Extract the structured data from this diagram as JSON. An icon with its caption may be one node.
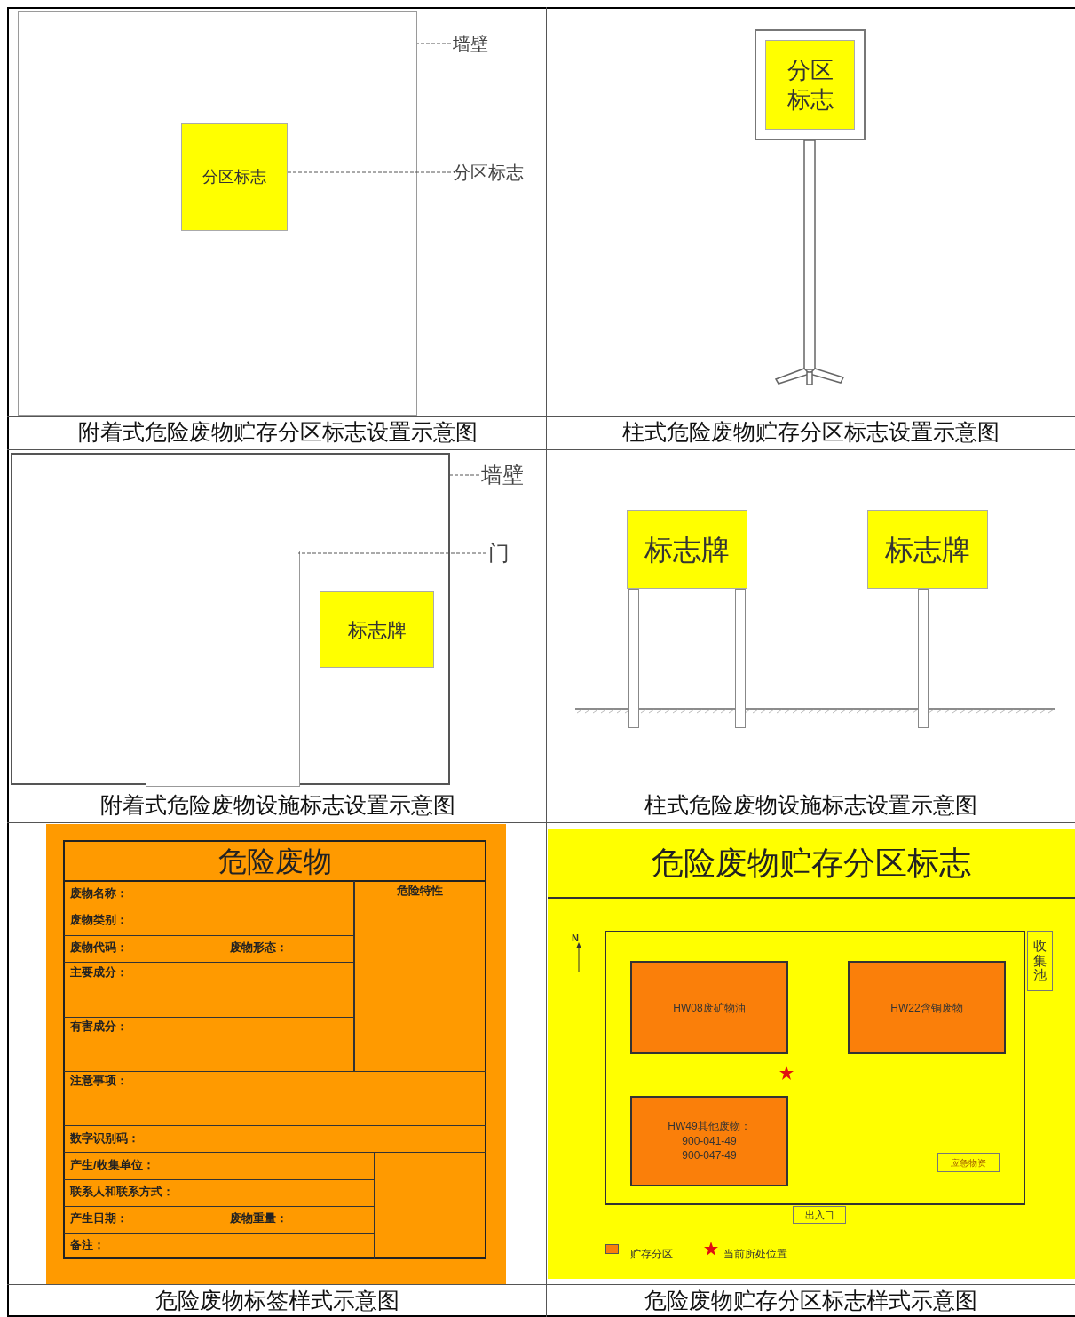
{
  "diagram": {
    "nodes": [
      {
        "text": [],
        "shape": "box"
      },
      {
        "text": [
          "分区标志"
        ],
        "in": 0
      },
      {
        "text": [
          "墙壁"
        ]
      },
      {
        "text": [
          "分区标志"
        ]
      },
      {
        "text": [
          "分区标志"
        ]
      },
      {
        "text": [],
        "shape": "box"
      },
      {
        "text": [],
        "shape": "box",
        "in": 5
      },
      {
        "text": [
          "标志牌"
        ],
        "in": 5
      },
      {
        "text": [
          "墙壁"
        ]
      },
      {
        "text": [
          "门"
        ]
      },
      {
        "text": [
          "标志牌"
        ]
      },
      {
        "text": [
          "标志牌"
        ]
      },
      {
        "text": [
          "危险废物"
        ]
      },
      {
        "text": [
          "危险废物贮存分区标志"
        ]
      },
      {
        "text": [],
        "shape": "box",
        "in": 13
      },
      {
        "text": [
          "HW08废矿物油"
        ],
        "in": 14
      },
      {
        "text": [
          "HW22含铜废物"
        ],
        "in": 14
      },
      {
        "text": [
          "HW49其他废物：",
          "900-041-49",
          "900-047-49"
        ],
        "in": 14
      },
      {
        "text": [
          "收集池"
        ],
        "in": 13
      },
      {
        "text": [
          "应急物资"
        ],
        "in": 14
      },
      {
        "text": [
          "出入口"
        ],
        "in": 13
      }
    ],
    "edges": [
      {
        "from": 2,
        "to": 0,
        "arrow": "none",
        "style": "dashed"
      },
      {
        "from": 3,
        "to": 1,
        "arrow": "none",
        "style": "dashed"
      },
      {
        "from": 8,
        "to": 5,
        "arrow": "none",
        "style": "dashed"
      },
      {
        "from": 9,
        "to": 6,
        "arrow": "none",
        "style": "dashed"
      }
    ],
    "labels": [
      "附着式危险废物贮存分区标志设置示意图",
      "柱式危险废物贮存分区标志设置示意图",
      "附着式危险废物设施标志设置示意图",
      "柱式危险废物设施标志设置示意图",
      "废物名称：",
      "危险特性",
      "废物类别：",
      "废物代码：",
      "废物形态：",
      "主要成分：",
      "有害成分：",
      "注意事项：",
      "数字识别码：",
      "产生/收集单位：",
      "联系人和联系方式：",
      "产生日期：",
      "废物重量：",
      "备注：",
      "N",
      "危险废物标签样式示意图",
      "危险废物贮存分区标志样式示意图"
    ],
    "legend": [
      {
        "text": "贮存分区",
        "color": "#f98009"
      },
      {
        "text": "当前所处位置"
      }
    ]
  }
}
